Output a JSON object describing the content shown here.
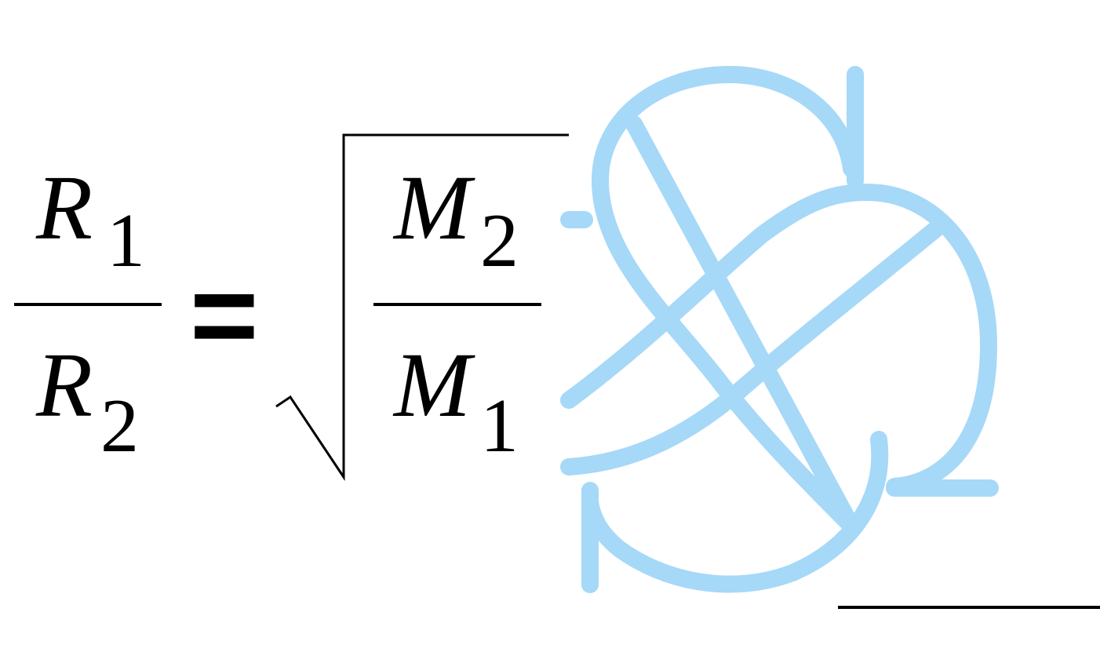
{
  "equation": {
    "lhs": {
      "numerator": {
        "symbol": "R",
        "subscript": "1"
      },
      "denominator": {
        "symbol": "R",
        "subscript": "2"
      }
    },
    "equals": "=",
    "rhs": {
      "radical": "square-root",
      "numerator": {
        "symbol": "M",
        "subscript": "2"
      },
      "denominator": {
        "symbol": "M",
        "subscript": "1"
      }
    }
  },
  "watermark": {
    "icon": "knot-logo-icon",
    "color": "#a6d8f8"
  },
  "colors": {
    "text": "#000000",
    "background": "#ffffff"
  }
}
